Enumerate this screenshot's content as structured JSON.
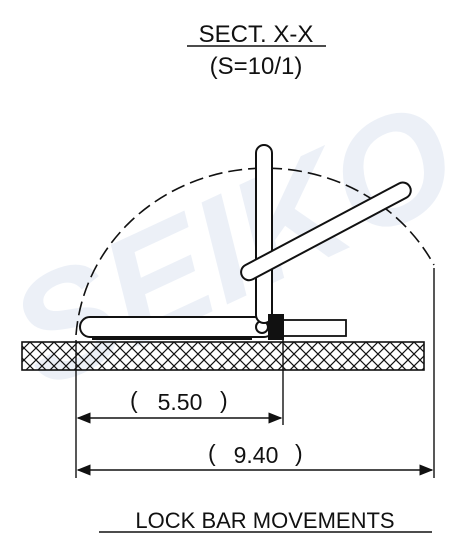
{
  "section_title": "SECT. X-X",
  "scale": "(S=10/1)",
  "watermark": "SEIKO",
  "dim_short": "5.50",
  "dim_long": "9.40",
  "caption": "LOCK BAR MOVEMENTS",
  "colors": {
    "ink": "#111111",
    "hatch": "#111111",
    "watermark": "#c9d6ea"
  }
}
